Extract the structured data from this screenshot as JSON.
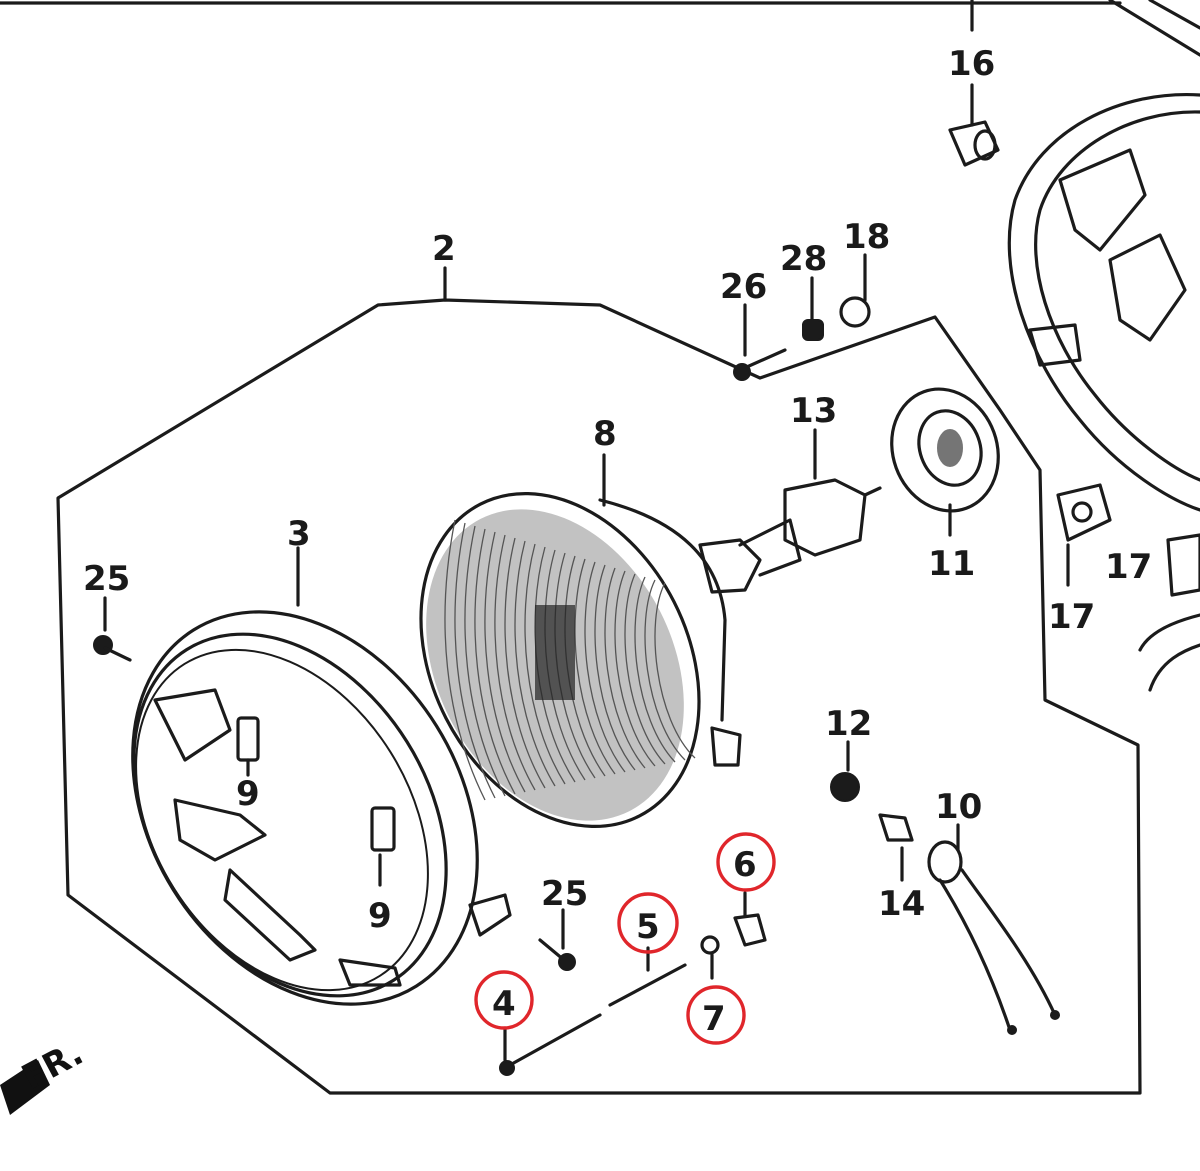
{
  "diagram": {
    "direction_label": "FR.",
    "callouts": [
      {
        "id": "c2",
        "text": "2",
        "highlighted": false
      },
      {
        "id": "c3",
        "text": "3",
        "highlighted": false
      },
      {
        "id": "c4",
        "text": "4",
        "highlighted": true
      },
      {
        "id": "c5",
        "text": "5",
        "highlighted": true
      },
      {
        "id": "c6",
        "text": "6",
        "highlighted": true
      },
      {
        "id": "c7",
        "text": "7",
        "highlighted": true
      },
      {
        "id": "c8",
        "text": "8",
        "highlighted": false
      },
      {
        "id": "c9a",
        "text": "9",
        "highlighted": false
      },
      {
        "id": "c9b",
        "text": "9",
        "highlighted": false
      },
      {
        "id": "c10",
        "text": "10",
        "highlighted": false
      },
      {
        "id": "c11",
        "text": "11",
        "highlighted": false
      },
      {
        "id": "c12",
        "text": "12",
        "highlighted": false
      },
      {
        "id": "c13",
        "text": "13",
        "highlighted": false
      },
      {
        "id": "c14",
        "text": "14",
        "highlighted": false
      },
      {
        "id": "c16",
        "text": "16",
        "highlighted": false
      },
      {
        "id": "c17a",
        "text": "17",
        "highlighted": false
      },
      {
        "id": "c17b",
        "text": "17",
        "highlighted": false
      },
      {
        "id": "c18",
        "text": "18",
        "highlighted": false
      },
      {
        "id": "c25a",
        "text": "25",
        "highlighted": false
      },
      {
        "id": "c25b",
        "text": "25",
        "highlighted": false
      },
      {
        "id": "c26",
        "text": "26",
        "highlighted": false
      },
      {
        "id": "c28",
        "text": "28",
        "highlighted": false
      }
    ],
    "highlight_color": "#e0262b",
    "ink_color": "#1b1b1b"
  }
}
